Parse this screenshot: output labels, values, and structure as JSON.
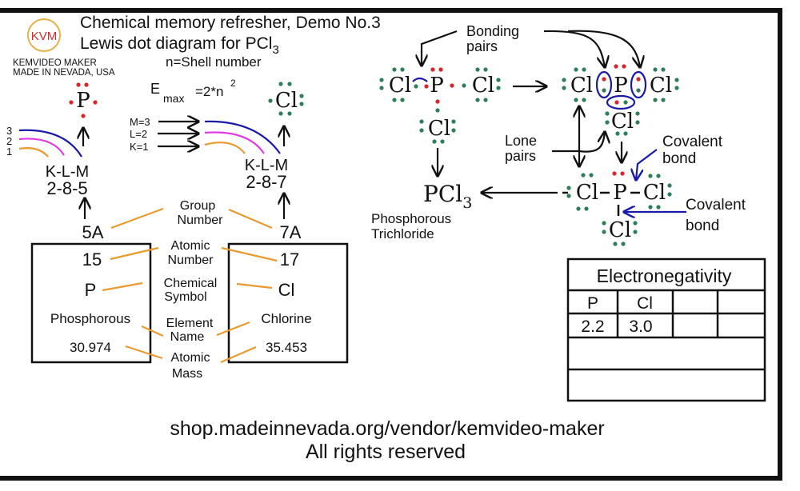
{
  "header": {
    "logo_text": "KVM",
    "maker_line1": "KEMVIDEO MAKER",
    "maker_line2": "MADE IN NEVADA, USA",
    "title_line1": "Chemical memory refresher, Demo No.3",
    "title_line2": "Lewis dot diagram for PCl",
    "title_sub": "3",
    "shell_note": "n=Shell number"
  },
  "formula": {
    "e": "E",
    "sub": "max",
    "rhs": "=2*n",
    "sup": "2"
  },
  "shells": {
    "numbers": [
      "3",
      "2",
      "1"
    ],
    "labels": [
      "M=3",
      "L=2",
      "K=1"
    ],
    "colors": {
      "n3": "#1a1aa8",
      "n2": "#e03be0",
      "n1": "#e89a2e"
    }
  },
  "phosphorus": {
    "symbol": "P",
    "shells": "K-L-M",
    "config": "2-8-5",
    "group": "5A",
    "atomic_number": "15",
    "name": "Phosphorous",
    "atomic_mass": "30.974"
  },
  "chlorine": {
    "symbol": "Cl",
    "shells": "K-L-M",
    "config": "2-8-7",
    "group": "7A",
    "atomic_number": "17",
    "name": "Chlorine",
    "atomic_mass": "35.453"
  },
  "labels": {
    "group_number": [
      "Group",
      "Number"
    ],
    "atomic_number": [
      "Atomic",
      "Number"
    ],
    "chemical_symbol": [
      "Chemical",
      "Symbol"
    ],
    "element_name": [
      "Element",
      "Name"
    ],
    "atomic_mass": [
      "Atomic",
      "Mass"
    ],
    "bonding_pairs": [
      "Bonding",
      "pairs"
    ],
    "lone_pairs": [
      "Lone",
      "pairs"
    ],
    "covalent_bond_1": [
      "Covalent",
      "bond"
    ],
    "covalent_bond_2": [
      "Covalent",
      "bond"
    ]
  },
  "molecule": {
    "formula": "PCl",
    "formula_sub": "3",
    "name_line1": "Phosphorous",
    "name_line2": "Trichloride",
    "p": "P",
    "cl": "Cl",
    "bond": "–"
  },
  "electronegativity": {
    "title": "Electronegativity",
    "headers": [
      "P",
      "Cl",
      "",
      ""
    ],
    "values": [
      "2.2",
      "3.0",
      "",
      ""
    ]
  },
  "colors": {
    "phosphorus_electron": "#d8242a",
    "chlorine_electron": "#2e7d5b",
    "leader_line": "#e89a2e",
    "bond_highlight": "#1a1aa8"
  },
  "footer": {
    "url": "shop.madeinnevada.org/vendor/kemvideo-maker",
    "rights": "All rights reserved"
  }
}
